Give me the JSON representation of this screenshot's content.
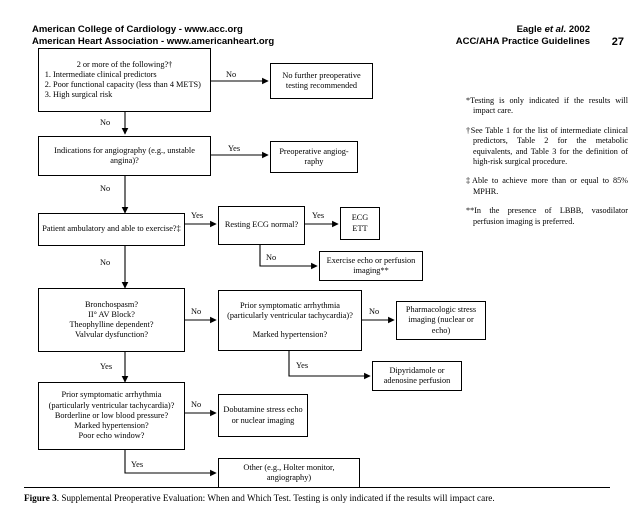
{
  "header": {
    "left_line1": "American College of Cardiology - www.acc.org",
    "left_line2": "American Heart Association - www.americanheart.org",
    "right_line1_pre": "Eagle ",
    "right_line1_em": "et al.",
    "right_line1_post": " 2002",
    "right_line2": "ACC/AHA Practice Guidelines",
    "page_number": "27"
  },
  "nodes": {
    "two_or_more": {
      "lead": "2 or more of the following?†",
      "items": [
        "Intermediate clinical predictors",
        "Poor functional capacity (less than 4 METS)",
        "High surgical risk"
      ]
    },
    "no_further": "No further preoperative testing recommended",
    "indications_angio": "Indications for angiography (e.g., unstable angina)?",
    "preop_angio": "Preoperative angiog-raphy",
    "patient_ambulatory": "Patient ambulatory and able to exercise?‡",
    "resting_ecg": "Resting ECG normal?",
    "ecg_ett_line1": "ECG",
    "ecg_ett_line2": "ETT",
    "exercise_echo": "Exercise echo or perfusion imaging**",
    "bronchospasm_line1": "Bronchospasm?",
    "bronchospasm_line2": "II° AV Block?",
    "bronchospasm_line3": "Theophylline dependent?",
    "bronchospasm_line4": "Valvular dysfunction?",
    "prior_arrhythmia_line1": "Prior symptomatic arrhythmia",
    "prior_arrhythmia_line2": "(particularly ventricular tachycardia)?",
    "prior_arrhythmia_line3": "Marked hypertension?",
    "pharmacologic_stress": "Pharmacologic stress imaging (nuclear or echo)",
    "dipyridamole": "Dipyridamole or adenosine perfusion",
    "prior_arrhythmia2_line1": "Prior symptomatic arrhythmia",
    "prior_arrhythmia2_line2": "(particularly ventricular tachycardia)?",
    "prior_arrhythmia2_line3": "Borderline or low blood pressure?",
    "prior_arrhythmia2_line4": "Marked hypertension?",
    "prior_arrhythmia2_line5": "Poor echo window?",
    "dobutamine": "Dobutamine stress echo or nuclear imaging",
    "other_holter": "Other (e.g., Holter monitor, angiography)"
  },
  "edges": {
    "no_1": "No",
    "no_2": "No",
    "no_3": "No",
    "no_4": "No",
    "no_5": "No",
    "no_6": "No",
    "no_7": "No",
    "yes_1": "Yes",
    "yes_2": "Yes",
    "yes_3": "Yes",
    "yes_4": "Yes",
    "yes_5": "Yes",
    "yes_6": "Yes"
  },
  "footnotes": [
    "*Testing is only indicated if the results will impact care.",
    "†See Table 1 for the list of intermediate clinical predictors, Table 2 for the metabolic equivalents, and Table 3 for the definition of high-risk surgical procedure.",
    "‡Able to achieve more than or equal to 85% MPHR.",
    "**In the presence of LBBB, vasodilator perfusion imaging is preferred."
  ],
  "caption": {
    "label": "Figure 3",
    "text": ". Supplemental Preoperative Evaluation: When and Which Test. Testing is only indicated if the results will impact care."
  }
}
